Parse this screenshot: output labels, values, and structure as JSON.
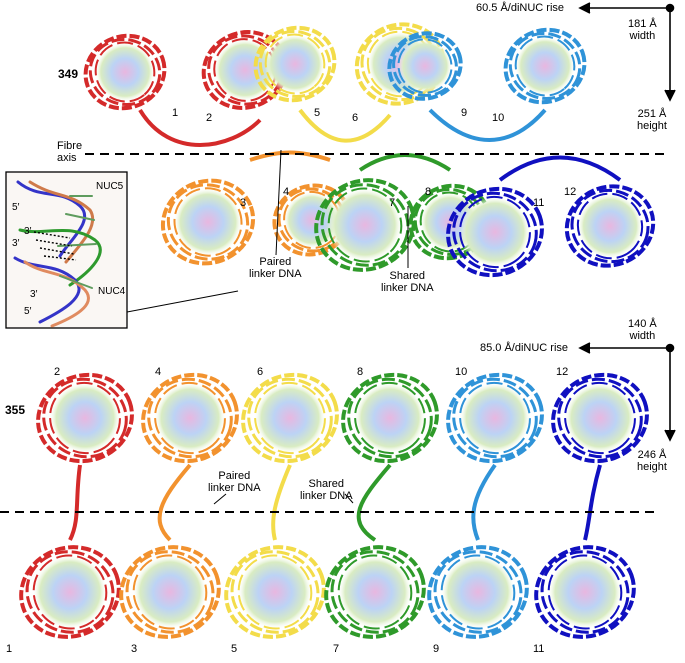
{
  "panel_top": {
    "id_label": "349",
    "fibre_axis": "Fibre\naxis",
    "rise": "60.5 Å/diNUC rise",
    "width": "181 Å\nwidth",
    "height": "251 Å\nheight",
    "paired": "Paired\nlinker DNA",
    "shared": "Shared\nlinker DNA",
    "numbers": [
      "1",
      "2",
      "3",
      "4",
      "5",
      "6",
      "7",
      "8",
      "9",
      "10",
      "11",
      "12"
    ]
  },
  "inset": {
    "nuc5": "NUC5",
    "nuc4": "NUC4",
    "p5a": "5′",
    "p3a": "3′",
    "p3b": "3′",
    "p3c": "3′",
    "p5b": "5′"
  },
  "panel_bottom": {
    "id_label": "355",
    "rise": "85.0 Å/diNUC rise",
    "width": "140 Å\nwidth",
    "height": "246 Å\nheight",
    "paired": "Paired\nlinker DNA",
    "shared": "Shared\nlinker DNA",
    "top_numbers": [
      "2",
      "4",
      "6",
      "8",
      "10",
      "12"
    ],
    "bottom_numbers": [
      "1",
      "3",
      "5",
      "7",
      "9",
      "11"
    ]
  },
  "colors": {
    "red": "#d42a2a",
    "orange": "#f2922e",
    "yellow": "#f3dc4a",
    "green": "#2f9a2a",
    "lightblue": "#2f93d8",
    "blue": "#1010c0"
  }
}
